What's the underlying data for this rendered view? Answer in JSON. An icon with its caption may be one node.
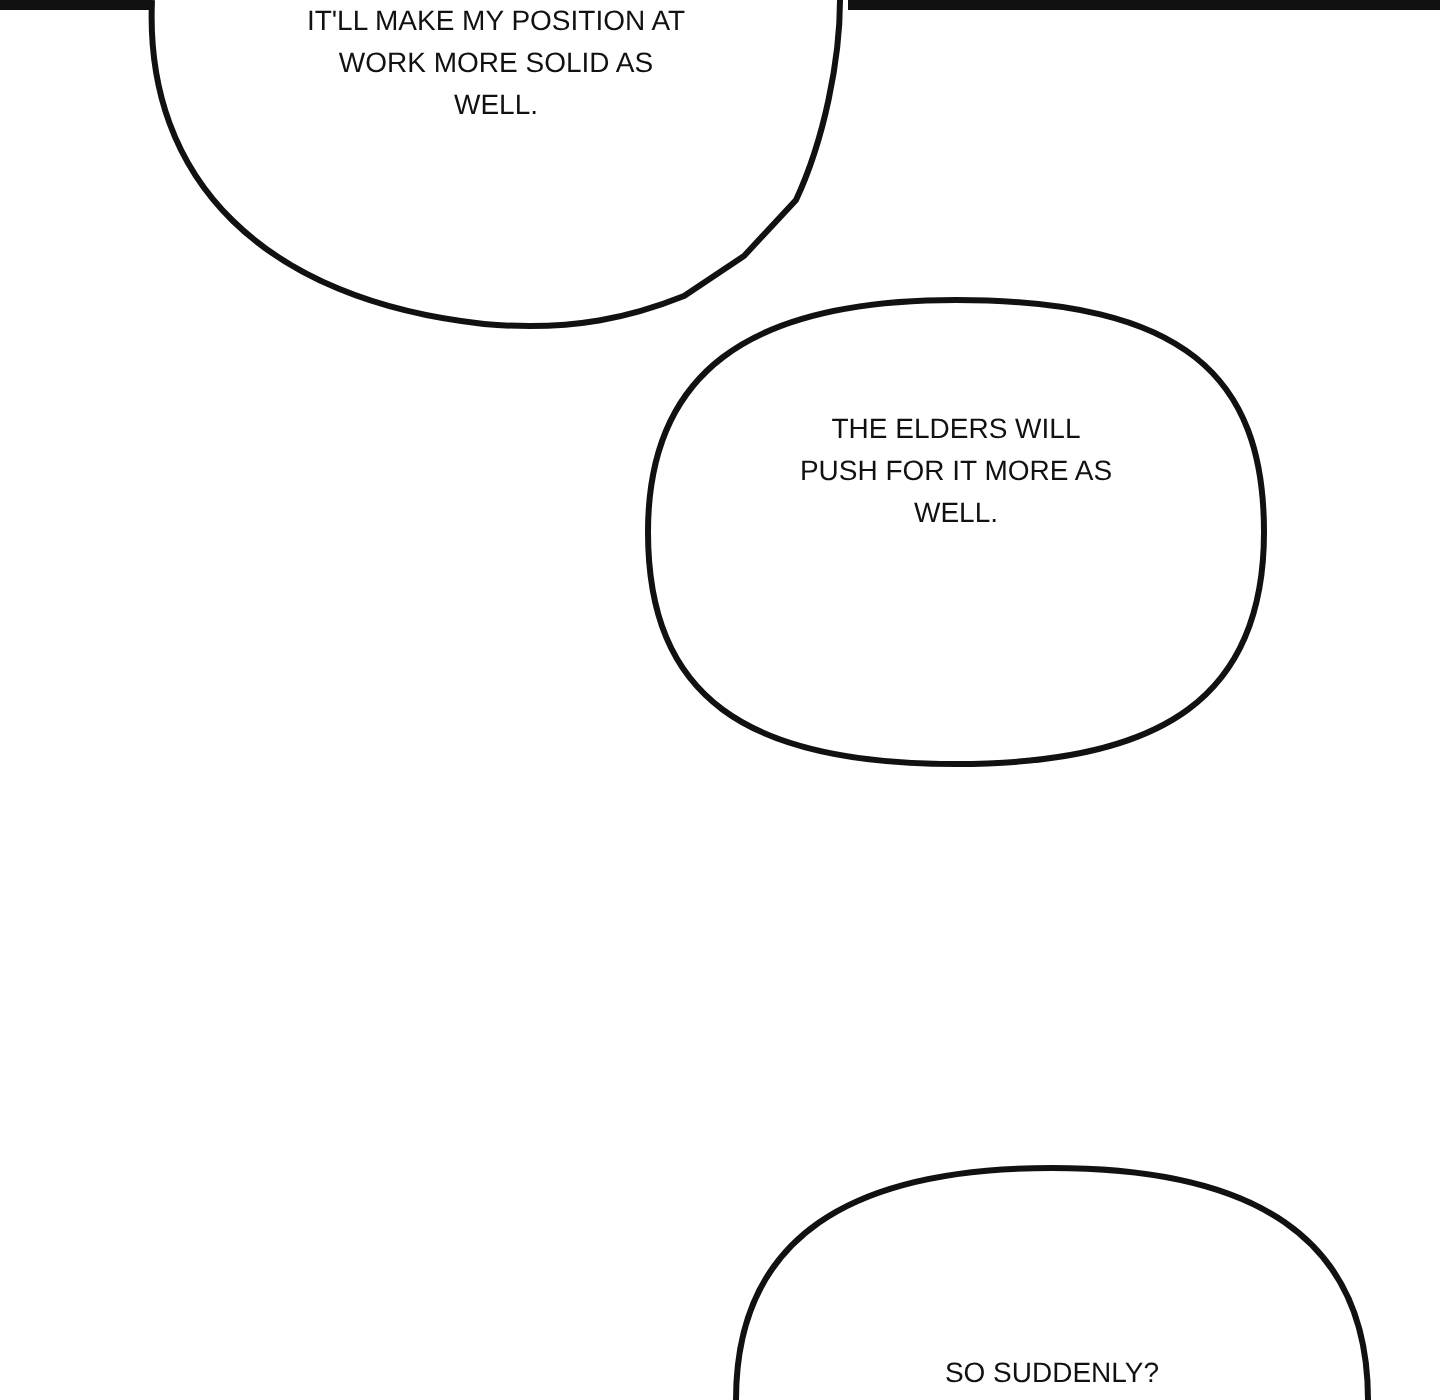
{
  "diagram": {
    "nodes": [
      {
        "text": [
          "IT'LL MAKE MY POSITION AT WORK MORE SOLID AS WELL."
        ]
      },
      {
        "text": [
          "THE ELDERS WILL PUSH FOR IT MORE AS WELL."
        ]
      },
      {
        "text": [
          "SO SUDDENLY?"
        ]
      }
    ]
  }
}
